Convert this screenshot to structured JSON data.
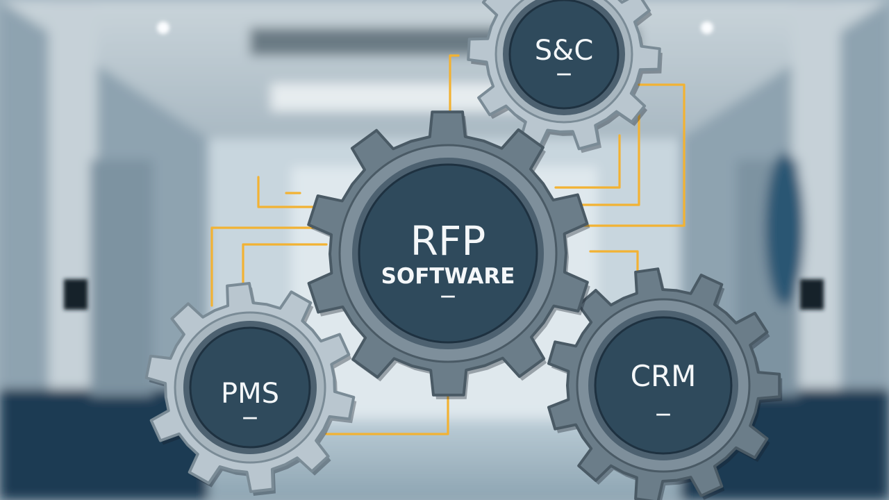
{
  "diagram": {
    "colors": {
      "connector": "#f2b233",
      "gear_center_fill": "#2f4a5c",
      "gear_light": "#b9c6cf",
      "gear_dark": "#6b7d89",
      "label_text": "#f4f7f9"
    },
    "gears": {
      "rfp": {
        "title": "RFP",
        "subtitle": "SOFTWARE",
        "dash": "—",
        "shade": "dark"
      },
      "sc": {
        "title": "S&C",
        "dash": "—",
        "shade": "light"
      },
      "pms": {
        "title": "PMS",
        "dash": "—",
        "shade": "light"
      },
      "crm": {
        "title": "CRM",
        "dash": "—",
        "shade": "dark"
      }
    }
  }
}
